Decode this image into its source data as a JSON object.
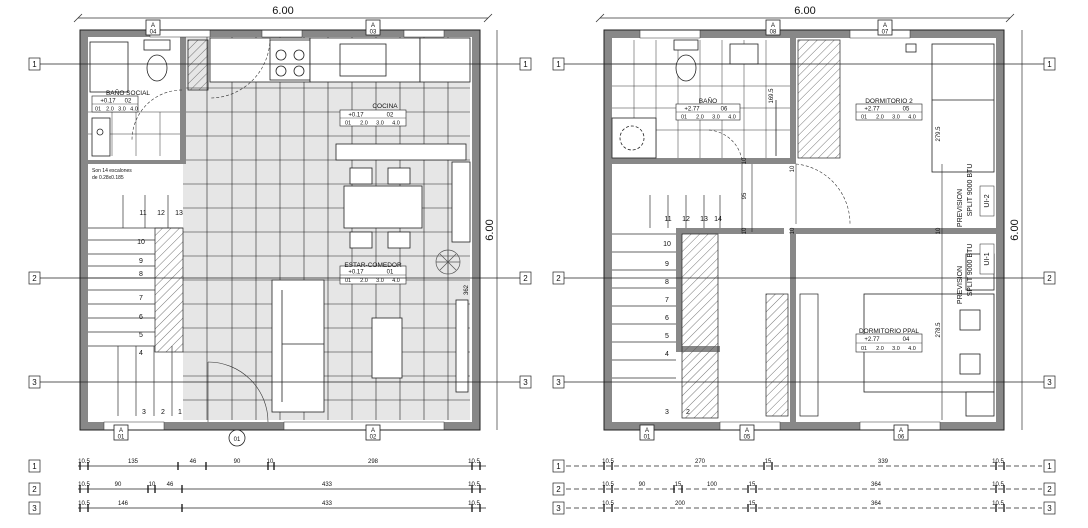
{
  "dimensions": {
    "overall_width": "6.00",
    "overall_depth": "6.00"
  },
  "grid_axes": [
    "1",
    "2",
    "3"
  ],
  "stairs": {
    "note_line1": "Son 14 escalones",
    "note_line2": "de 0.28x0.185"
  },
  "ground_floor": {
    "section_marks": [
      {
        "letter": "A",
        "num": "04"
      },
      {
        "letter": "A",
        "num": "03"
      },
      {
        "letter": "A",
        "num": "01"
      },
      {
        "letter": "A",
        "num": "02"
      }
    ],
    "door_mark": "01",
    "step_numbers": [
      "1",
      "2",
      "3",
      "4",
      "5",
      "6",
      "7",
      "8",
      "9",
      "10",
      "11",
      "12",
      "13"
    ],
    "rooms": [
      {
        "name": "BAÑO SOCIAL",
        "level": "+0.17",
        "num": "02",
        "codes": [
          "01",
          "2.0",
          "3.0",
          "4.0"
        ]
      },
      {
        "name": "COCINA",
        "level": "+0.17",
        "num": "02",
        "codes": [
          "01",
          "2.0",
          "3.0",
          "4.0"
        ]
      },
      {
        "name": "ESTAR-COMEDOR",
        "level": "+0.17",
        "num": "01",
        "codes": [
          "01",
          "2.0",
          "3.0",
          "4.0"
        ]
      }
    ],
    "inner_dims": [
      "362"
    ],
    "dim_rows": [
      {
        "axis": "1",
        "values": [
          "10.5",
          "135",
          "46",
          "90",
          "10",
          "298",
          "10.5"
        ]
      },
      {
        "axis": "2",
        "values": [
          "10.5",
          "90",
          "10",
          "46",
          "433",
          "10.5"
        ]
      },
      {
        "axis": "3",
        "values": [
          "10.5",
          "146",
          "433",
          "10.5"
        ]
      }
    ]
  },
  "upper_floor": {
    "section_marks": [
      {
        "letter": "A",
        "num": "08"
      },
      {
        "letter": "A",
        "num": "07"
      },
      {
        "letter": "A",
        "num": "01"
      },
      {
        "letter": "A",
        "num": "05"
      },
      {
        "letter": "A",
        "num": "06"
      }
    ],
    "step_numbers": [
      "2",
      "3",
      "4",
      "5",
      "6",
      "7",
      "8",
      "9",
      "10",
      "11",
      "12",
      "13",
      "14"
    ],
    "rooms": [
      {
        "name": "BAÑO",
        "level": "+2.77",
        "num": "06",
        "codes": [
          "01",
          "2.0",
          "3.0",
          "4.0"
        ]
      },
      {
        "name": "DORMITORIO 2",
        "level": "+2.77",
        "num": "05",
        "codes": [
          "01",
          "2.0",
          "3.0",
          "4.0"
        ]
      },
      {
        "name": "DORMITORIO PPAL",
        "level": "+2.77",
        "num": "04",
        "codes": [
          "01",
          "2.0",
          "3.0",
          "4.0"
        ]
      }
    ],
    "inner_dims": [
      "169.5",
      "279.5",
      "278.5",
      "95",
      "10",
      "10",
      "10",
      "10",
      "10"
    ],
    "split_notes": [
      {
        "line1": "PREVISION",
        "line2": "SPLIT 9000 BTU",
        "line3": "UI-2"
      },
      {
        "line1": "PREVISION",
        "line2": "SPLIT 9000 BTU",
        "line3": "UI-1"
      }
    ],
    "dim_rows": [
      {
        "axis": "1",
        "values": [
          "10.5",
          "270",
          "15",
          "339",
          "10.5"
        ]
      },
      {
        "axis": "2",
        "values": [
          "10.5",
          "90",
          "15",
          "100",
          "15",
          "364",
          "10.5"
        ]
      },
      {
        "axis": "3",
        "values": [
          "10.5",
          "200",
          "15",
          "364",
          "10.5"
        ]
      }
    ]
  }
}
